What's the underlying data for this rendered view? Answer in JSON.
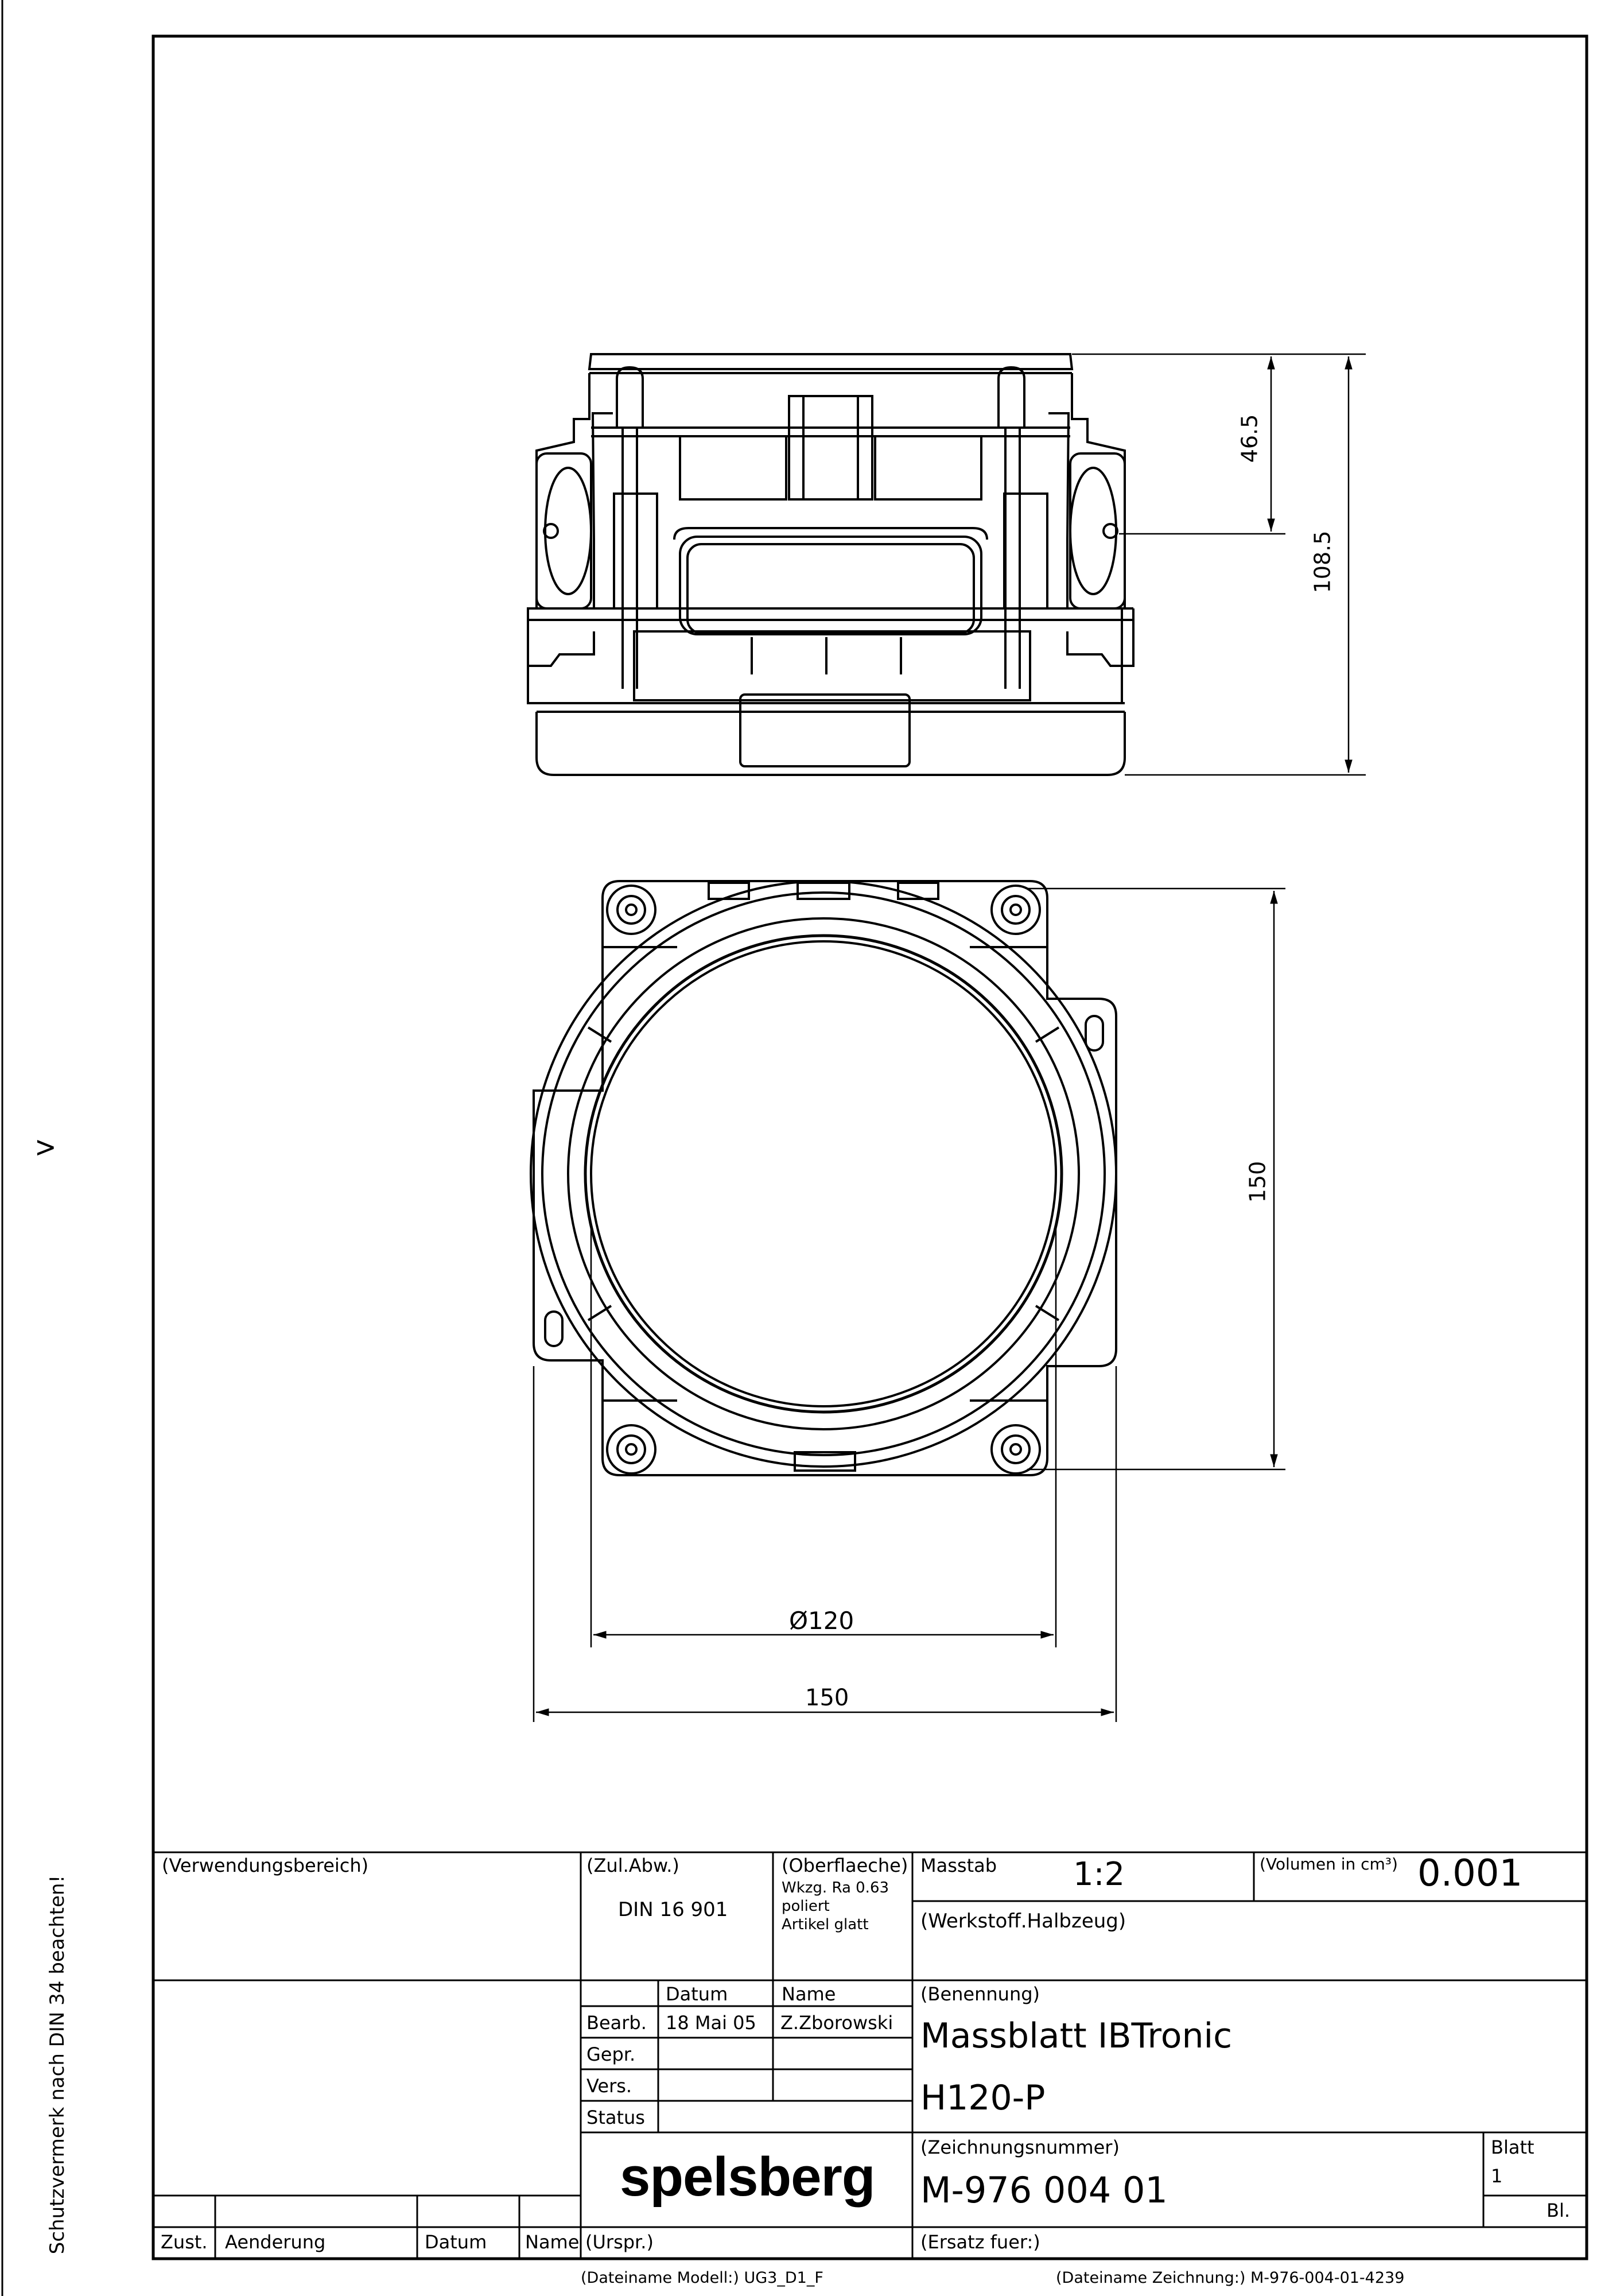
{
  "drawing": {
    "dim_top_small": "46.5",
    "dim_top_height": "108.5",
    "dim_plan_height": "150",
    "dim_diameter": "Ø120",
    "dim_plan_width": "150"
  },
  "margin": {
    "left_note": "Schutzvermerk nach DIN 34 beachten!",
    "edge_mark": ">"
  },
  "titleblock": {
    "verwendungsbereich": "(Verwendungsbereich)",
    "zul_abw_label": "(Zul.Abw.)",
    "zul_abw_value": "DIN 16 901",
    "oberflaeche_label": "(Oberflaeche)",
    "oberflaeche_line1": "Wkzg. Ra 0.63",
    "oberflaeche_line2": "poliert",
    "oberflaeche_line3": "Artikel glatt",
    "masstab_label": "Masstab",
    "masstab_value": "1:2",
    "volumen_label": "(Volumen in cm³)",
    "volumen_value": "0.001",
    "werkstoff_label": "(Werkstoff.Halbzeug)",
    "datum_header": "Datum",
    "name_header": "Name",
    "bearb_label": "Bearb.",
    "bearb_datum": "18 Mai 05",
    "bearb_name": "Z.Zborowski",
    "gepr_label": "Gepr.",
    "vers_label": "Vers.",
    "status_label": "Status",
    "logo": "spelsberg",
    "benennung_label": "(Benennung)",
    "benennung_line1": "Massblatt IBTronic",
    "benennung_line2": "H120-P",
    "zeichnungsnummer_label": "(Zeichnungsnummer)",
    "zeichnungsnummer_value": "M-976 004 01",
    "blatt_label": "Blatt",
    "blatt_value": "1",
    "bl_label": "Bl.",
    "zust_label": "Zust.",
    "aenderung_label": "Aenderung",
    "datum_label": "Datum",
    "name_label": "Name",
    "urspr_label": "(Urspr.)",
    "ersatz_label": "(Ersatz fuer:)"
  },
  "footer": {
    "modell_file": "(Dateiname Modell:) UG3_D1_F",
    "zeichnung_file": "(Dateiname Zeichnung:) M-976-004-01-4239"
  }
}
